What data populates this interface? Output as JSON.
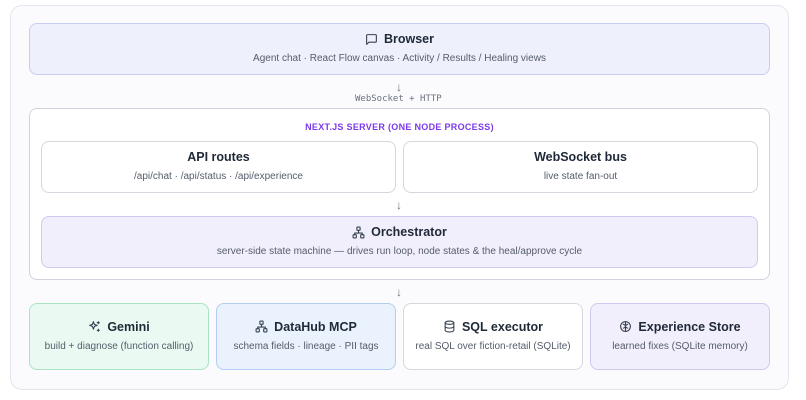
{
  "browser": {
    "icon": "message-square-icon",
    "title": "Browser",
    "subtitle": "Agent chat · React Flow canvas · Activity / Results / Healing views"
  },
  "connector": {
    "arrow": "↓",
    "protocol": "WebSocket + HTTP"
  },
  "server": {
    "label": "NEXT.JS SERVER (ONE NODE PROCESS)",
    "api_routes": {
      "title": "API routes",
      "subtitle": "/api/chat · /api/status · /api/experience"
    },
    "websocket_bus": {
      "title": "WebSocket bus",
      "subtitle": "live state fan-out"
    },
    "orchestrator": {
      "icon": "network-icon",
      "title": "Orchestrator",
      "subtitle": "server-side state machine — drives run loop, node states & the heal/approve cycle"
    }
  },
  "services": [
    {
      "icon": "sparkles-icon",
      "title": "Gemini",
      "subtitle": "build + diagnose (function calling)"
    },
    {
      "icon": "network-icon",
      "title": "DataHub MCP",
      "subtitle": "schema fields · lineage · PII tags"
    },
    {
      "icon": "database-icon",
      "title": "SQL executor",
      "subtitle": "real SQL over fiction-retail (SQLite)"
    },
    {
      "icon": "brain-icon",
      "title": "Experience Store",
      "subtitle": "learned fixes (SQLite memory)"
    }
  ],
  "colors": {
    "accent_purple": "#7c3aed",
    "browser_bg": "#eef0fb",
    "gemini_bg": "#eafaf2",
    "datahub_bg": "#eaf2fd",
    "orchestrator_bg": "#f1effb"
  }
}
